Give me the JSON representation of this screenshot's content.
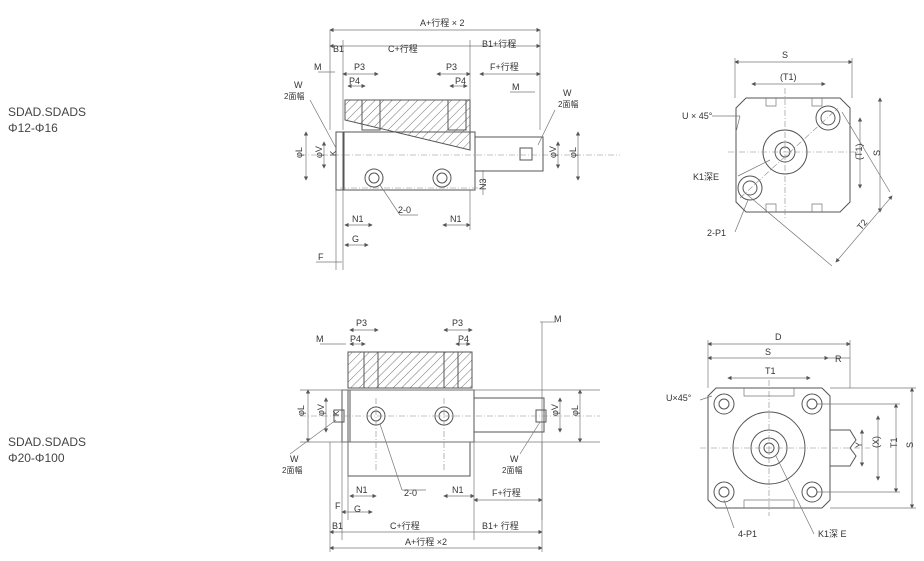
{
  "rows": [
    {
      "model": "SDAD.SDADS",
      "range": "Φ12-Φ16"
    },
    {
      "model": "SDAD.SDADS",
      "range": "Φ20-Φ100"
    }
  ],
  "top_side": {
    "A": "A+行程 × 2",
    "B1": "B1",
    "C": "C+行程",
    "B1s": "B1+行程",
    "M": "M",
    "P3a": "P3",
    "P3b": "P3",
    "P4a": "P4",
    "P4b": "P4",
    "F": "F+行程",
    "W": "W",
    "Wsub": "2面幅",
    "W2": "W",
    "W2sub": "2面幅",
    "phiL": "φL",
    "phiV": "φV",
    "K": "K",
    "phiV2": "φV",
    "phiL2": "φL",
    "N3": "N3",
    "N1a": "N1",
    "N1b": "N1",
    "port": "2-0",
    "G": "G",
    "Fb": "F"
  },
  "top_end": {
    "S": "S",
    "T1": "(T1)",
    "U": "U × 45°",
    "K1": "K1深E",
    "P1": "2-P1",
    "T1v": "(T1)",
    "Sv": "S",
    "T2": "T2"
  },
  "bot_side": {
    "M": "M",
    "M2": "M",
    "P3a": "P3",
    "P3b": "P3",
    "P4a": "P4",
    "P4b": "P4",
    "phiL": "φL",
    "phiV": "φV",
    "K": "K",
    "phiV2": "φV",
    "phiL2": "φL",
    "W": "W",
    "Wsub": "2面幅",
    "W2": "W",
    "W2sub": "2面幅",
    "N1a": "N1",
    "N1b": "N1",
    "port": "2-0",
    "F": "F",
    "G": "G",
    "Fs": "F+行程",
    "B1": "B1",
    "C": "C+行程",
    "B1s": "B1+ 行程",
    "A": "A+行程 ×2"
  },
  "bot_end": {
    "D": "D",
    "S": "S",
    "R": "R",
    "T1": "T1",
    "U": "U×45°",
    "Y": "Y",
    "X": "(X)",
    "T1v": "T1",
    "Sv": "S",
    "P1": "4-P1",
    "K1": "K1深 E"
  }
}
